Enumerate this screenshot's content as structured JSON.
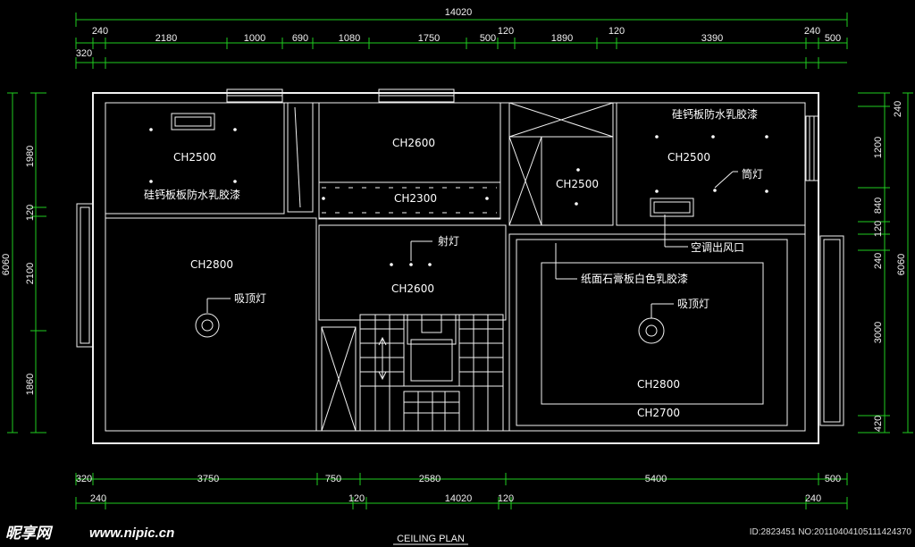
{
  "dimensions": {
    "top_total": "14020",
    "top_row": [
      "240",
      "2180",
      "1000",
      "690",
      "1080",
      "1750",
      "500",
      "120",
      "1890",
      "120",
      "3390",
      "240",
      "500"
    ],
    "top_left_small": "320",
    "bottom_row1": [
      "320",
      "3750",
      "750",
      "2580",
      "5400",
      "500"
    ],
    "bottom_row2": [
      "240",
      "120",
      "120",
      "240"
    ],
    "bottom_total": "14020",
    "left_total": "6060",
    "left_segments": [
      "1980",
      "120",
      "2100",
      "1860"
    ],
    "right_total": "6060",
    "right_segments": [
      "240",
      "1200",
      "840",
      "120",
      "240",
      "3000",
      "420"
    ]
  },
  "rooms": {
    "r1_height": "CH2500",
    "r1_finish": "硅钙板板防水乳胶漆",
    "r2_height": "CH2600",
    "r2b_height": "CH2300",
    "r3_height": "CH2500",
    "r4_height": "CH2500",
    "r4_finish": "硅钙板防水乳胶漆",
    "r5_height": "CH2800",
    "r6_height": "CH2600",
    "r7_height": "CH2800",
    "r7_outer_height": "CH2700"
  },
  "annotations": {
    "downlight": "筒灯",
    "ac_outlet": "空调出风口",
    "spotlight": "射灯",
    "gypsum": "纸面石膏板白色乳胶漆",
    "ceiling_lamp_left": "吸顶灯",
    "ceiling_lamp_right": "吸顶灯"
  },
  "footer": {
    "title": "CEILING PLAN",
    "watermark_cn": "昵享网",
    "watermark_url": "www.nipic.cn",
    "image_id": "ID:2823451 NO:20110404105111424370"
  },
  "colors": {
    "background": "#000000",
    "dimension_lines": "#1fcc1f",
    "walls": "#f2f2f2"
  }
}
